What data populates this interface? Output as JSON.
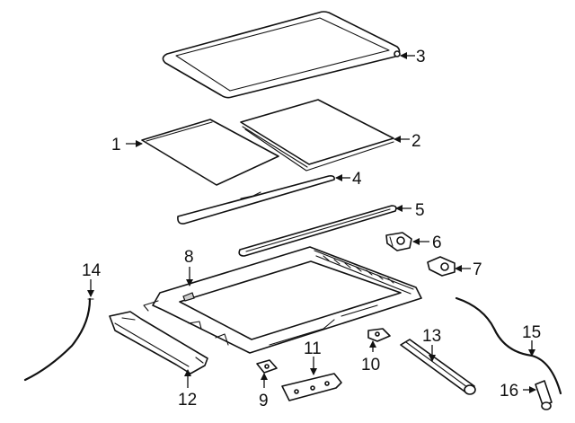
{
  "callouts": [
    {
      "id": "1",
      "label": "1"
    },
    {
      "id": "2",
      "label": "2"
    },
    {
      "id": "3",
      "label": "3"
    },
    {
      "id": "4",
      "label": "4"
    },
    {
      "id": "5",
      "label": "5"
    },
    {
      "id": "6",
      "label": "6"
    },
    {
      "id": "7",
      "label": "7"
    },
    {
      "id": "8",
      "label": "8"
    },
    {
      "id": "9",
      "label": "9"
    },
    {
      "id": "10",
      "label": "10"
    },
    {
      "id": "11",
      "label": "11"
    },
    {
      "id": "12",
      "label": "12"
    },
    {
      "id": "13",
      "label": "13"
    },
    {
      "id": "14",
      "label": "14"
    },
    {
      "id": "15",
      "label": "15"
    },
    {
      "id": "16",
      "label": "16"
    }
  ],
  "colors": {
    "line": "#111111",
    "background": "#ffffff",
    "fill_shade": "#cfcfcf"
  }
}
